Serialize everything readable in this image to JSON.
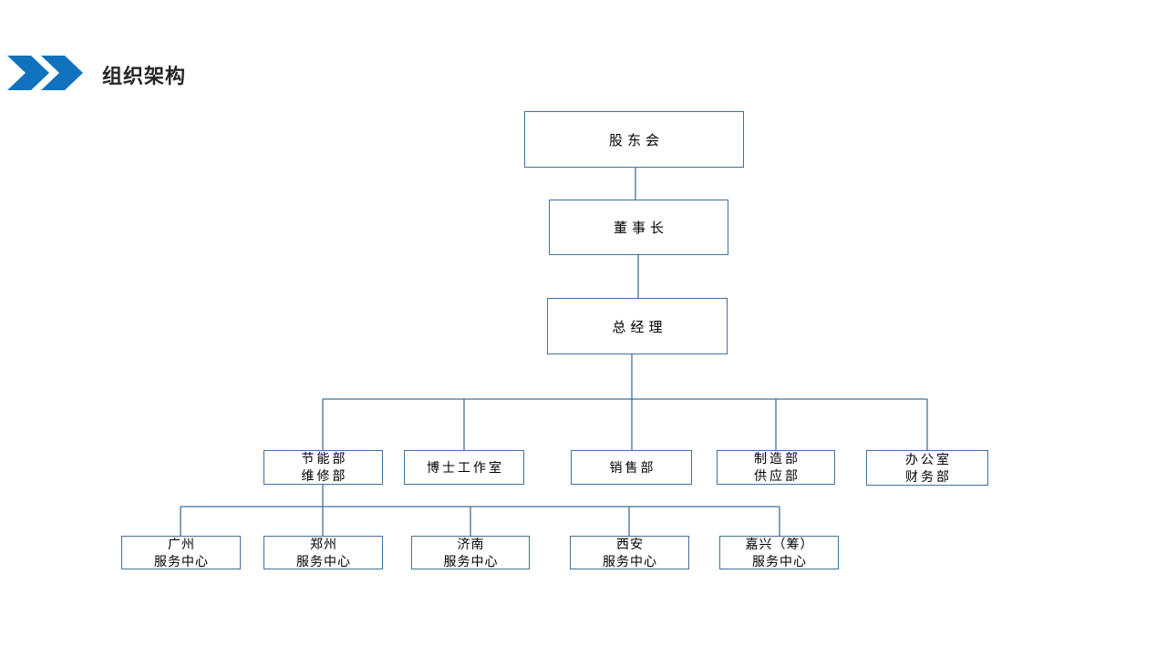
{
  "slide": {
    "title": "组织架构"
  },
  "colors": {
    "accent": "#1173BE",
    "line": "#41719C",
    "border": "#41719C",
    "title-text": "#262626",
    "node-text": "#000000",
    "bg": "#ffffff"
  },
  "icons": {
    "header_marker": "double-chevron-right-icon"
  },
  "chart_data": {
    "type": "org-chart",
    "title": "组织架构",
    "levels": [
      {
        "level": 1,
        "nodes": [
          "股东会"
        ]
      },
      {
        "level": 2,
        "nodes": [
          "董事长"
        ]
      },
      {
        "level": 3,
        "nodes": [
          "总经理"
        ]
      },
      {
        "level": 4,
        "nodes": [
          "节能部 维修部",
          "博士工作室",
          "销售部",
          "制造部 供应部",
          "办公室 财务部"
        ]
      },
      {
        "level": 5,
        "nodes": [
          "广州 服务中心",
          "郑州 服务中心",
          "济南 服务中心",
          "西安 服务中心",
          "嘉兴（筹） 服务中心"
        ]
      }
    ],
    "edges": [
      [
        "股东会",
        "董事长"
      ],
      [
        "董事长",
        "总经理"
      ],
      [
        "总经理",
        "节能部 维修部"
      ],
      [
        "总经理",
        "博士工作室"
      ],
      [
        "总经理",
        "销售部"
      ],
      [
        "总经理",
        "制造部 供应部"
      ],
      [
        "总经理",
        "办公室 财务部"
      ],
      [
        "节能部 维修部",
        "广州 服务中心"
      ],
      [
        "节能部 维修部",
        "郑州 服务中心"
      ],
      [
        "节能部 维修部",
        "济南 服务中心"
      ],
      [
        "节能部 维修部",
        "西安 服务中心"
      ],
      [
        "节能部 维修部",
        "嘉兴（筹） 服务中心"
      ]
    ]
  },
  "org": {
    "root": {
      "label": "股东会"
    },
    "chairman": {
      "label": "董事长"
    },
    "general_manager": {
      "label": "总经理"
    },
    "departments": [
      {
        "line1": "节能部",
        "line2": "维修部"
      },
      {
        "line1": "博士工作室"
      },
      {
        "line1": "销售部"
      },
      {
        "line1": "制造部",
        "line2": "供应部"
      },
      {
        "line1": "办公室",
        "line2": "财务部"
      }
    ],
    "service_centers": [
      {
        "line1": "广州",
        "line2": "服务中心"
      },
      {
        "line1": "郑州",
        "line2": "服务中心"
      },
      {
        "line1": "济南",
        "line2": "服务中心"
      },
      {
        "line1": "西安",
        "line2": "服务中心"
      },
      {
        "line1": "嘉兴（筹）",
        "line2": "服务中心"
      }
    ]
  }
}
